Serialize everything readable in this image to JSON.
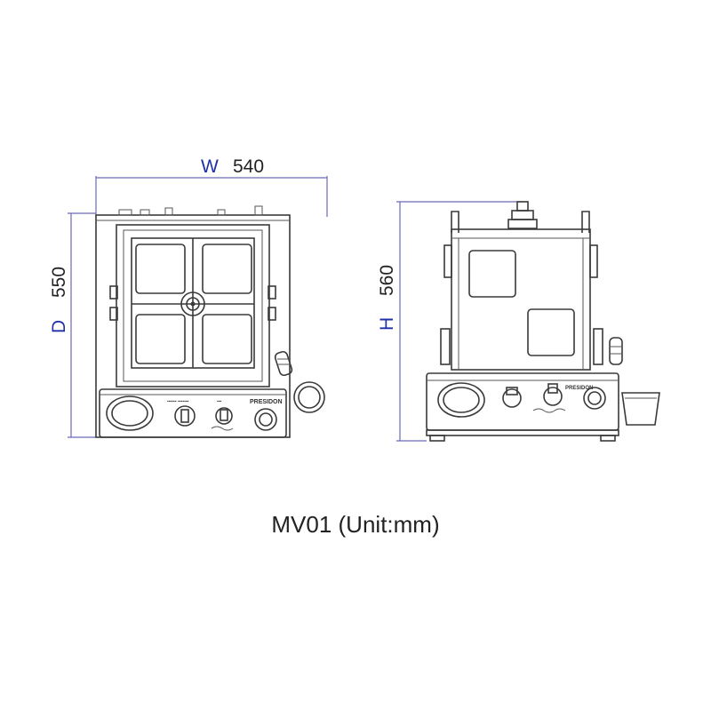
{
  "diagram": {
    "caption": "MV01 (Unit:mm)",
    "top_view": {
      "width_letter": "W",
      "width_value": "540",
      "depth_letter": "D",
      "depth_value": "550",
      "brand_label": "PRESIDON"
    },
    "side_view": {
      "height_letter": "H",
      "height_value": "560",
      "brand_label": "PRESIDON"
    },
    "colors": {
      "dimension_letter": "#1f2fa8",
      "dimension_line": "#6a6ab8",
      "outline": "#3a3a3a"
    }
  }
}
